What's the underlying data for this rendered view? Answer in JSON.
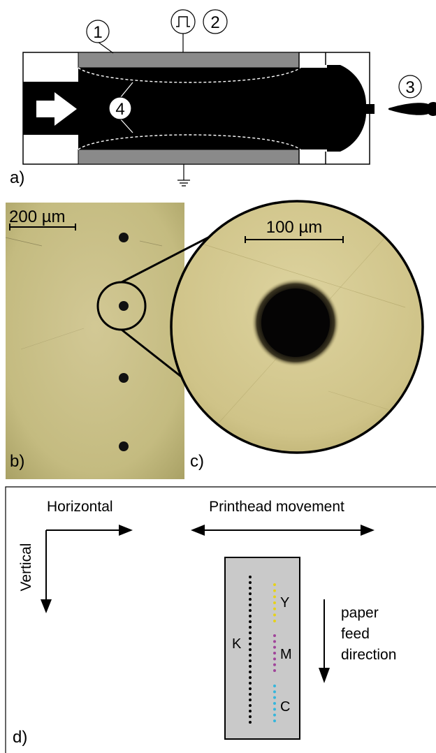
{
  "panel_a": {
    "label": "a)",
    "callout_1": "1",
    "callout_2": "2",
    "callout_3": "3",
    "callout_4": "4"
  },
  "panel_b": {
    "label": "b)",
    "scale_bar_label": "200 µm"
  },
  "panel_c": {
    "label": "c)",
    "scale_bar_label": "100 µm"
  },
  "panel_d": {
    "label": "d)",
    "horizontal_label": "Horizontal",
    "vertical_label": "Vertical",
    "printhead_label": "Printhead movement",
    "feed_label_line1": "paper",
    "feed_label_line2": "feed",
    "feed_label_line3": "direction",
    "channel_k": "K",
    "channel_y": "Y",
    "channel_m": "M",
    "channel_c": "C",
    "colors": {
      "k": "#000000",
      "y": "#e6d21a",
      "m": "#a0449a",
      "c": "#35b6dc",
      "printhead_fill": "#c9c9c9"
    }
  }
}
